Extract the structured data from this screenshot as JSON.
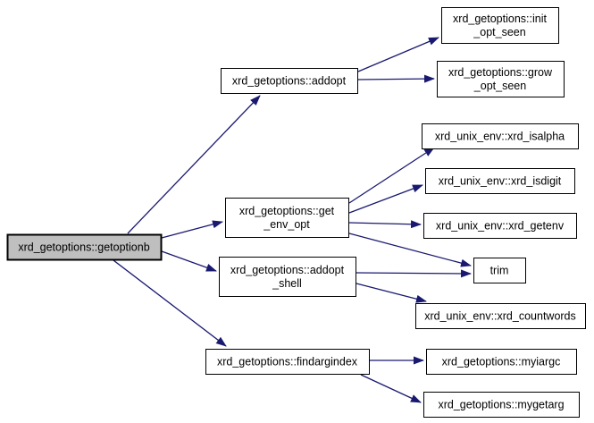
{
  "diagram": {
    "type": "call-graph",
    "background": "#ffffff",
    "edge_color": "#191970",
    "node_border_color": "#000000",
    "node_fill": "#ffffff",
    "highlight_fill": "#bfbfbf",
    "nodes": [
      {
        "id": "getoptionb",
        "lines": [
          "xrd_getoptions::getoptionb"
        ],
        "highlighted": true
      },
      {
        "id": "addopt",
        "lines": [
          "xrd_getoptions::addopt"
        ],
        "highlighted": false
      },
      {
        "id": "init_opt_seen",
        "lines": [
          "xrd_getoptions::init",
          "_opt_seen"
        ],
        "highlighted": false
      },
      {
        "id": "grow_opt_seen",
        "lines": [
          "xrd_getoptions::grow",
          "_opt_seen"
        ],
        "highlighted": false
      },
      {
        "id": "get_env_opt",
        "lines": [
          "xrd_getoptions::get",
          "_env_opt"
        ],
        "highlighted": false
      },
      {
        "id": "xrd_isalpha",
        "lines": [
          "xrd_unix_env::xrd_isalpha"
        ],
        "highlighted": false
      },
      {
        "id": "xrd_isdigit",
        "lines": [
          "xrd_unix_env::xrd_isdigit"
        ],
        "highlighted": false
      },
      {
        "id": "xrd_getenv",
        "lines": [
          "xrd_unix_env::xrd_getenv"
        ],
        "highlighted": false
      },
      {
        "id": "trim",
        "lines": [
          "trim"
        ],
        "highlighted": false
      },
      {
        "id": "xrd_countwords",
        "lines": [
          "xrd_unix_env::xrd_countwords"
        ],
        "highlighted": false
      },
      {
        "id": "addopt_shell",
        "lines": [
          "xrd_getoptions::addopt",
          "_shell"
        ],
        "highlighted": false
      },
      {
        "id": "findargindex",
        "lines": [
          "xrd_getoptions::findargindex"
        ],
        "highlighted": false
      },
      {
        "id": "myiargc",
        "lines": [
          "xrd_getoptions::myiargc"
        ],
        "highlighted": false
      },
      {
        "id": "mygetarg",
        "lines": [
          "xrd_getoptions::mygetarg"
        ],
        "highlighted": false
      }
    ],
    "edges": [
      {
        "from": "getoptionb",
        "to": "addopt"
      },
      {
        "from": "getoptionb",
        "to": "get_env_opt"
      },
      {
        "from": "getoptionb",
        "to": "addopt_shell"
      },
      {
        "from": "getoptionb",
        "to": "findargindex"
      },
      {
        "from": "addopt",
        "to": "init_opt_seen"
      },
      {
        "from": "addopt",
        "to": "grow_opt_seen"
      },
      {
        "from": "get_env_opt",
        "to": "xrd_isalpha"
      },
      {
        "from": "get_env_opt",
        "to": "xrd_isdigit"
      },
      {
        "from": "get_env_opt",
        "to": "xrd_getenv"
      },
      {
        "from": "get_env_opt",
        "to": "trim"
      },
      {
        "from": "addopt_shell",
        "to": "trim"
      },
      {
        "from": "addopt_shell",
        "to": "xrd_countwords"
      },
      {
        "from": "findargindex",
        "to": "myiargc"
      },
      {
        "from": "findargindex",
        "to": "mygetarg"
      }
    ]
  }
}
